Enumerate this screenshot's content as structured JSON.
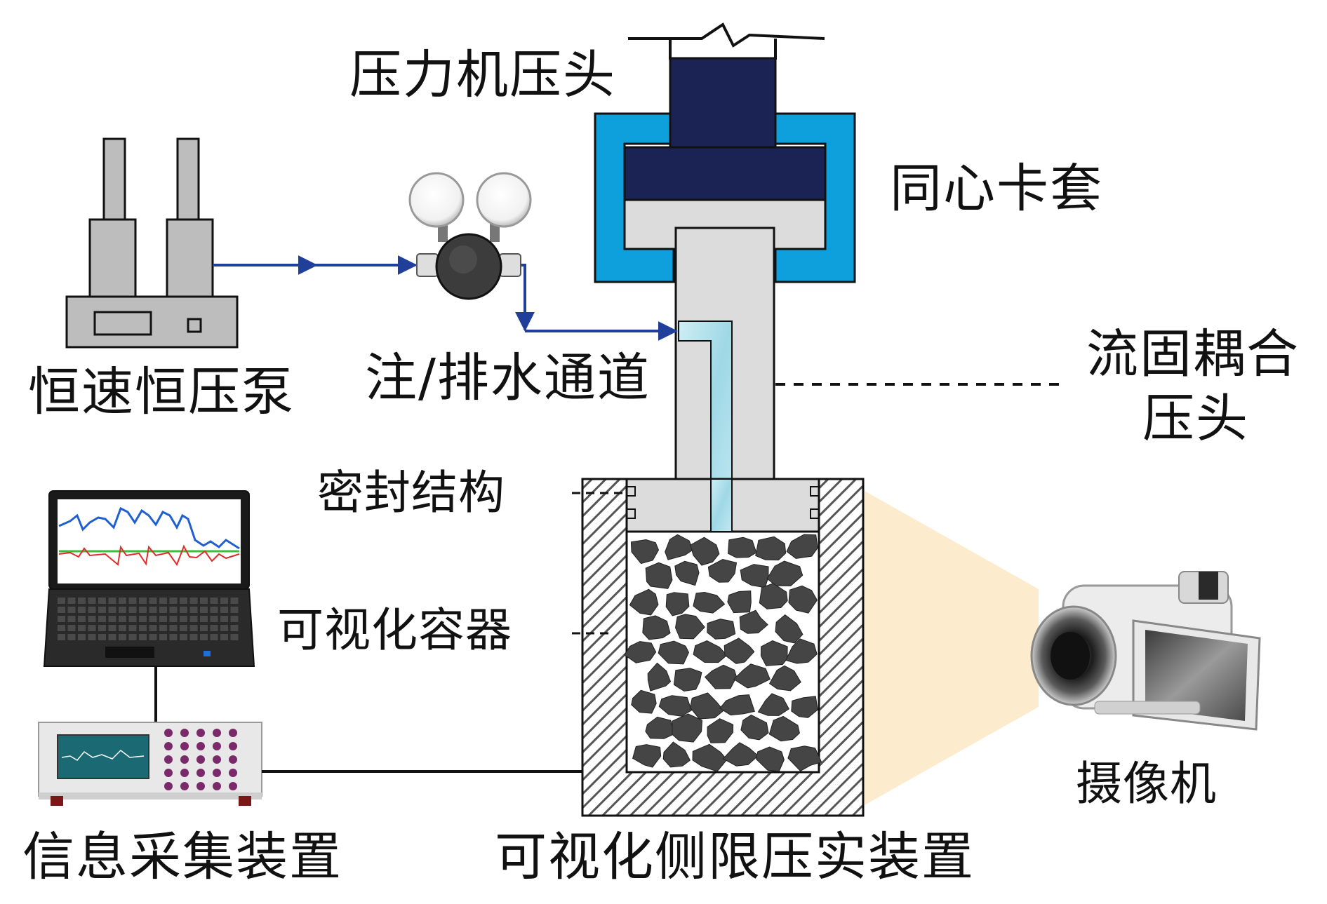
{
  "labels": {
    "press_head": "压力机压头",
    "concentric_sleeve": "同心卡套",
    "pump": "恒速恒压泵",
    "channel": "注/排水通道",
    "coupled_head_line1": "流固耦合",
    "coupled_head_line2": "压头",
    "seal": "密封结构",
    "container": "可视化容器",
    "acquisition": "信息采集装置",
    "compaction_device": "可视化侧限压实装置",
    "camera": "摄像机"
  },
  "colors": {
    "press_head": "#1b2354",
    "sleeve": "#0ea0dc",
    "piston": "#dcdcdc",
    "water": "#a8dde8",
    "pipe": "#1f3f9a",
    "line": "#111111",
    "particle": "#454545",
    "camera_beam": "#fbe9c4"
  },
  "icons": {
    "pump": "pump-icon",
    "valve": "pressure-valve-icon",
    "laptop": "laptop-icon",
    "daq": "data-acquisition-icon",
    "camera": "video-camera-icon"
  }
}
